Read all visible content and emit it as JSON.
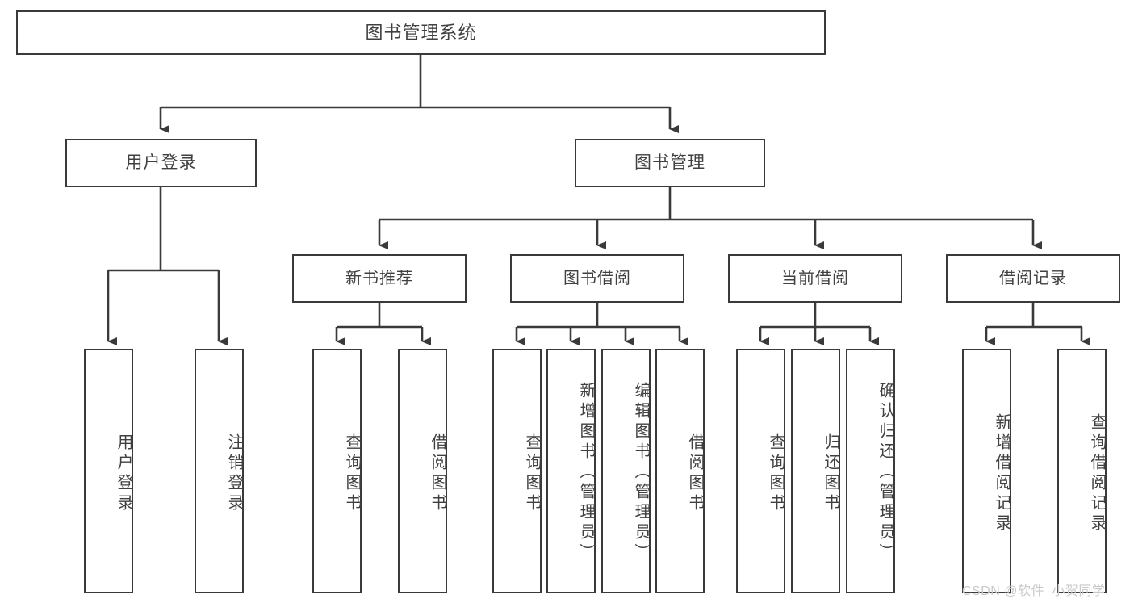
{
  "diagram": {
    "title": "图书管理系统",
    "root": {
      "label": "图书管理系统"
    },
    "level1": [
      {
        "label": "用户登录"
      },
      {
        "label": "图书管理"
      }
    ],
    "level2": [
      {
        "label": "新书推荐"
      },
      {
        "label": "图书借阅"
      },
      {
        "label": "当前借阅"
      },
      {
        "label": "借阅记录"
      }
    ],
    "leaves": {
      "user_login": [
        {
          "label": "用户登录"
        },
        {
          "label": "注销登录"
        }
      ],
      "new_book_recommend": [
        {
          "label": "查询图书"
        },
        {
          "label": "借阅图书"
        }
      ],
      "book_borrow": [
        {
          "label": "查询图书"
        },
        {
          "label": "新增图书（管理员）"
        },
        {
          "label": "编辑图书（管理员）"
        },
        {
          "label": "借阅图书"
        }
      ],
      "current_borrow": [
        {
          "label": "查询图书"
        },
        {
          "label": "归还图书"
        },
        {
          "label": "确认归还（管理员）"
        }
      ],
      "borrow_record": [
        {
          "label": "新增借阅记录"
        },
        {
          "label": "查询借阅记录"
        }
      ]
    }
  },
  "watermark": {
    "text": "CSDN @软件_小贺同学"
  },
  "colors": {
    "box_border": "#3a3a3a",
    "box_fill": "#ffffff",
    "text": "#404040",
    "connector": "#3a3a3a",
    "watermark": "#c9c9c9"
  }
}
